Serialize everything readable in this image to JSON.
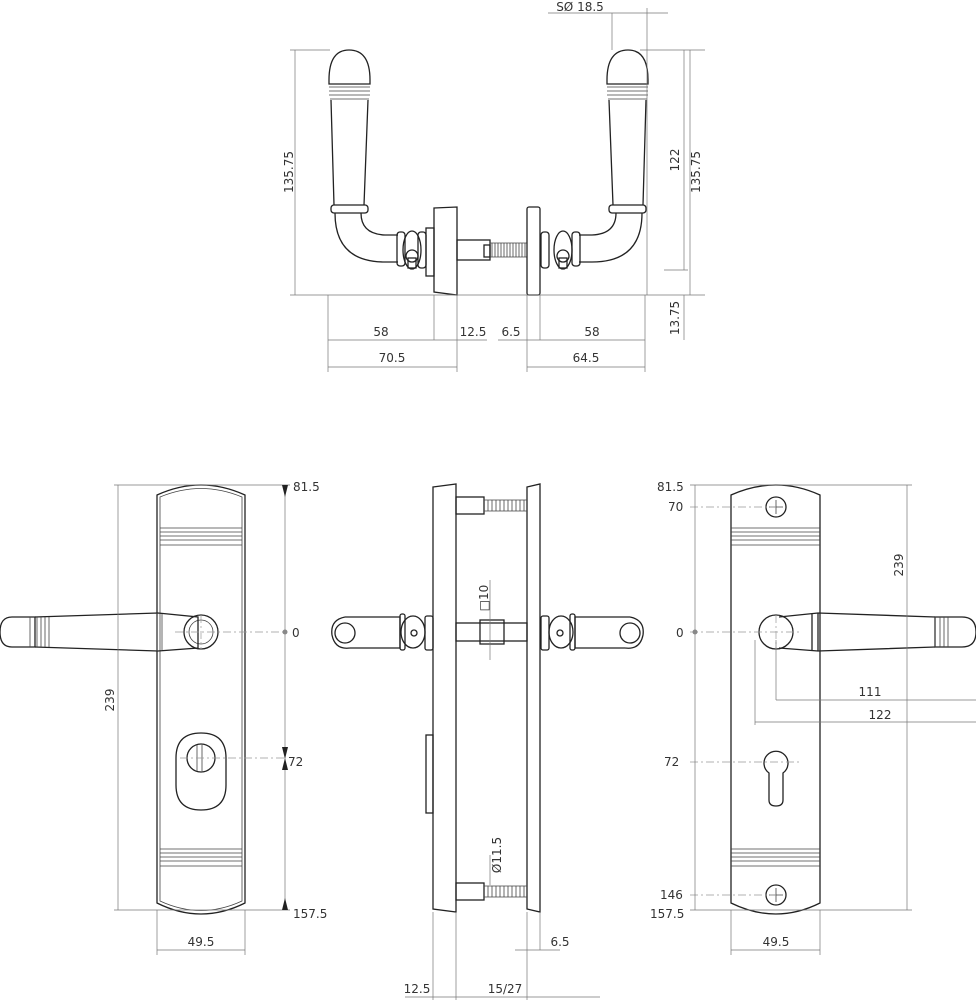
{
  "top_view": {
    "sphere_dia": "SØ 18.5",
    "height_left": "135.75",
    "height_right_inner": "122",
    "height_right": "135.75",
    "offset_bottom": "13.75",
    "left_projection": "58",
    "left_rose": "12.5",
    "right_rose": "6.5",
    "right_projection": "58",
    "left_total": "70.5",
    "right_total": "64.5"
  },
  "front_left": {
    "top": "81.5",
    "center": "0",
    "keyhole": "72",
    "bottom": "157.5",
    "height": "239",
    "width": "49.5"
  },
  "side_view": {
    "spindle": "□10",
    "bolt_dia": "Ø11.5",
    "rose_thickness": "6.5",
    "plate_thickness": "12.5",
    "door_thickness": "15/27"
  },
  "front_right": {
    "top": "81.5",
    "screw_top": "70",
    "center": "0",
    "cylinder": "72",
    "screw_bottom": "146",
    "bottom": "157.5",
    "height": "239",
    "lever_reach": "111",
    "lever_length": "122",
    "width": "49.5"
  }
}
